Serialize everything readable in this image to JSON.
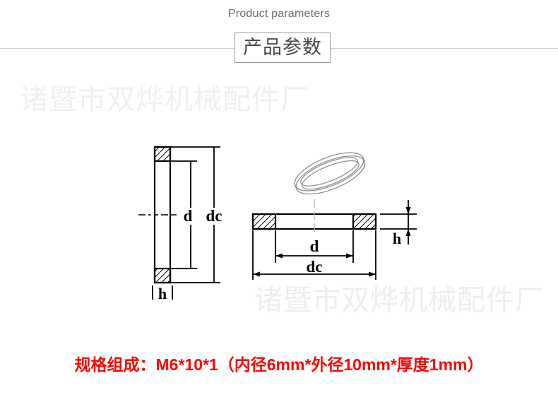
{
  "header": {
    "english_title": "Product parameters",
    "boxed_title": "产品参数"
  },
  "watermark": {
    "text": "诸暨市双烨机械配件厂",
    "color": "#efefef"
  },
  "diagram": {
    "front_view": {
      "label_inner_diameter": "d",
      "label_outer_diameter": "dc",
      "label_thickness": "h"
    },
    "side_view": {
      "label_inner_diameter": "d",
      "label_outer_diameter": "dc",
      "label_thickness": "h"
    },
    "iso_view": {
      "name": "washer-ring-isometric"
    },
    "line_color": "#000000",
    "iso_line_color": "#8a8a8a"
  },
  "caption": {
    "text": "规格组成：M6*10*1（内径6mm*外径10mm*厚度1mm）",
    "color": "#ff0000"
  }
}
